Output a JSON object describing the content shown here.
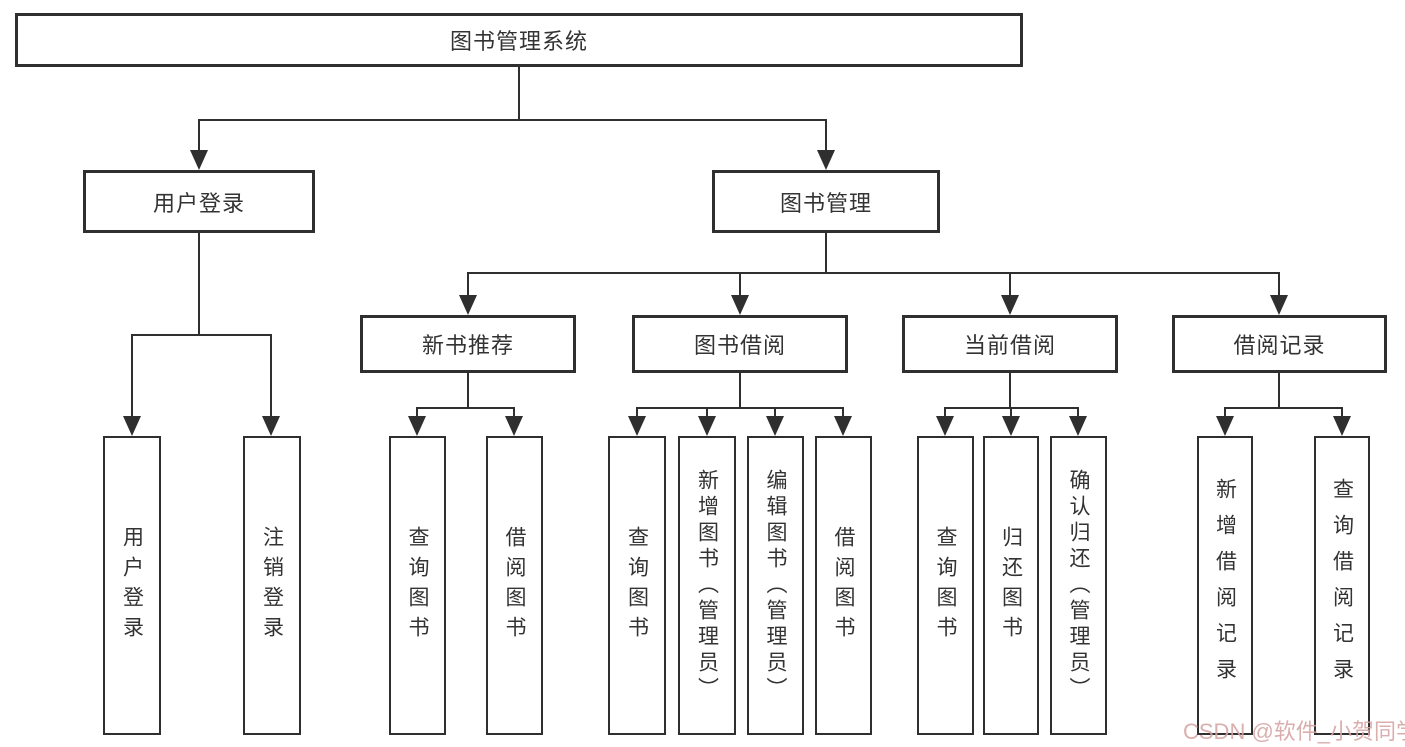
{
  "diagram": {
    "root": {
      "label": "图书管理系统"
    },
    "level2": {
      "user_login": {
        "label": "用户登录"
      },
      "book_mgmt": {
        "label": "图书管理"
      }
    },
    "level3": {
      "new_book": {
        "label": "新书推荐"
      },
      "book_borrow": {
        "label": "图书借阅"
      },
      "current_borrow": {
        "label": "当前借阅"
      },
      "borrow_record": {
        "label": "借阅记录"
      }
    },
    "leaves": {
      "user_login": {
        "label": "用户登录"
      },
      "logout": {
        "label": "注销登录"
      },
      "nb_query": {
        "label": "查询图书"
      },
      "nb_borrow": {
        "label": "借阅图书"
      },
      "bb_query": {
        "label": "查询图书"
      },
      "bb_add": {
        "label": "新增图书（管理员）"
      },
      "bb_edit": {
        "label": "编辑图书（管理员）"
      },
      "bb_borrow": {
        "label": "借阅图书"
      },
      "cb_query": {
        "label": "查询图书"
      },
      "cb_return": {
        "label": "归还图书"
      },
      "cb_confirm": {
        "label": "确认归还（管理员）"
      },
      "rec_add": {
        "label": "新增借阅记录"
      },
      "rec_query": {
        "label": "查询借阅记录"
      }
    }
  },
  "watermark": {
    "text": "CSDN @软件_小贺同学",
    "color": "#d8a6a6"
  },
  "colors": {
    "line": "#2f2f2f",
    "text": "#333333",
    "background": "#ffffff"
  }
}
